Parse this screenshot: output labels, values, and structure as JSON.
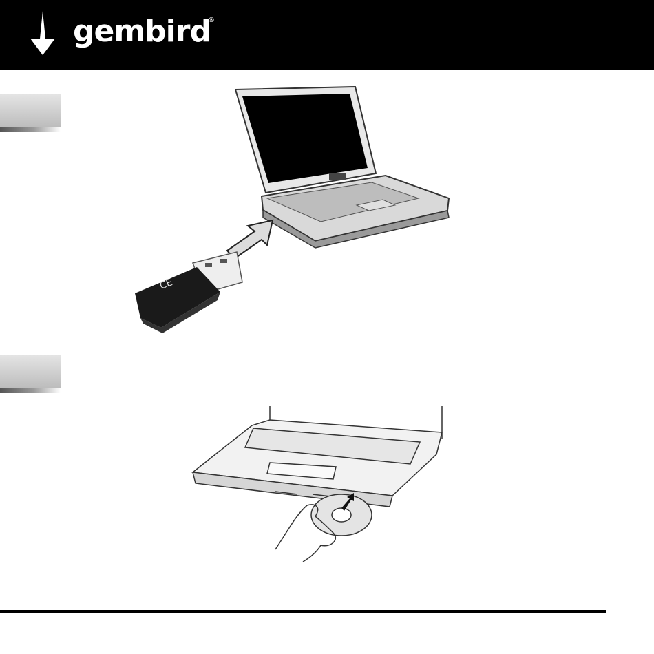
{
  "header": {
    "brand_name": "gembird",
    "registered_mark": "®",
    "logo_icon": "arrow-down-icon",
    "background_color": "#000000",
    "text_color": "#ffffff"
  },
  "steps": [
    {
      "icon": "usb-adapter-into-laptop-illustration"
    },
    {
      "icon": "cd-into-laptop-drive-illustration"
    }
  ]
}
